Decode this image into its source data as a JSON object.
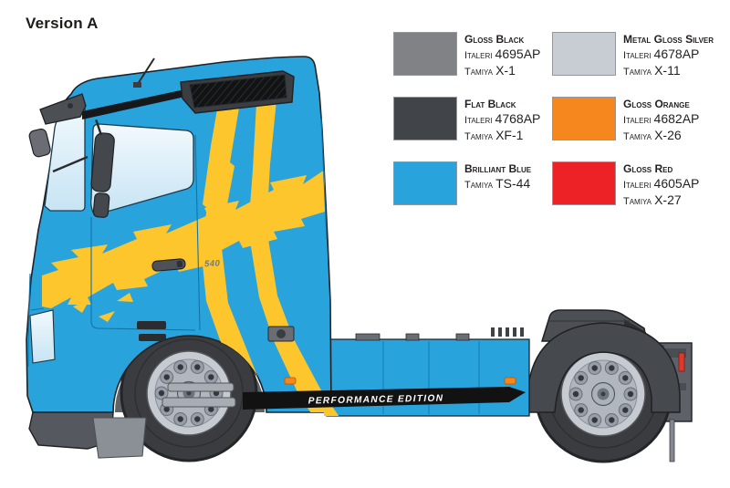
{
  "page": {
    "title": "Version A"
  },
  "truck": {
    "badge": "540",
    "performance_text": "PERFORMANCE EDITION",
    "body_color": "#29A3DC",
    "stripe_color": "#FDC62D",
    "marker_light_color": "#F6871F",
    "tail_light_color": "#DF392E"
  },
  "legend": {
    "entries": [
      {
        "name": "Gloss Black",
        "hex": "#808285",
        "brand1": "Italeri",
        "code1": "4695AP",
        "brand2": "Tamiya",
        "code2": "X-1"
      },
      {
        "name": "Metal Gloss Silver",
        "hex": "#C8CDD3",
        "brand1": "Italeri",
        "code1": "4678AP",
        "brand2": "Tamiya",
        "code2": "X-11"
      },
      {
        "name": "Flat Black",
        "hex": "#414448",
        "brand1": "Italeri",
        "code1": "4768AP",
        "brand2": "Tamiya",
        "code2": "XF-1"
      },
      {
        "name": "Gloss Orange",
        "hex": "#F6871F",
        "brand1": "Italeri",
        "code1": "4682AP",
        "brand2": "Tamiya",
        "code2": "X-26"
      },
      {
        "name": "Brilliant Blue",
        "hex": "#29A3DC",
        "brand2": "Tamiya",
        "code2": "TS-44"
      },
      {
        "name": "Gloss Red",
        "hex": "#EC2227",
        "brand1": "Italeri",
        "code1": "4605AP",
        "brand2": "Tamiya",
        "code2": "X-27"
      }
    ]
  }
}
